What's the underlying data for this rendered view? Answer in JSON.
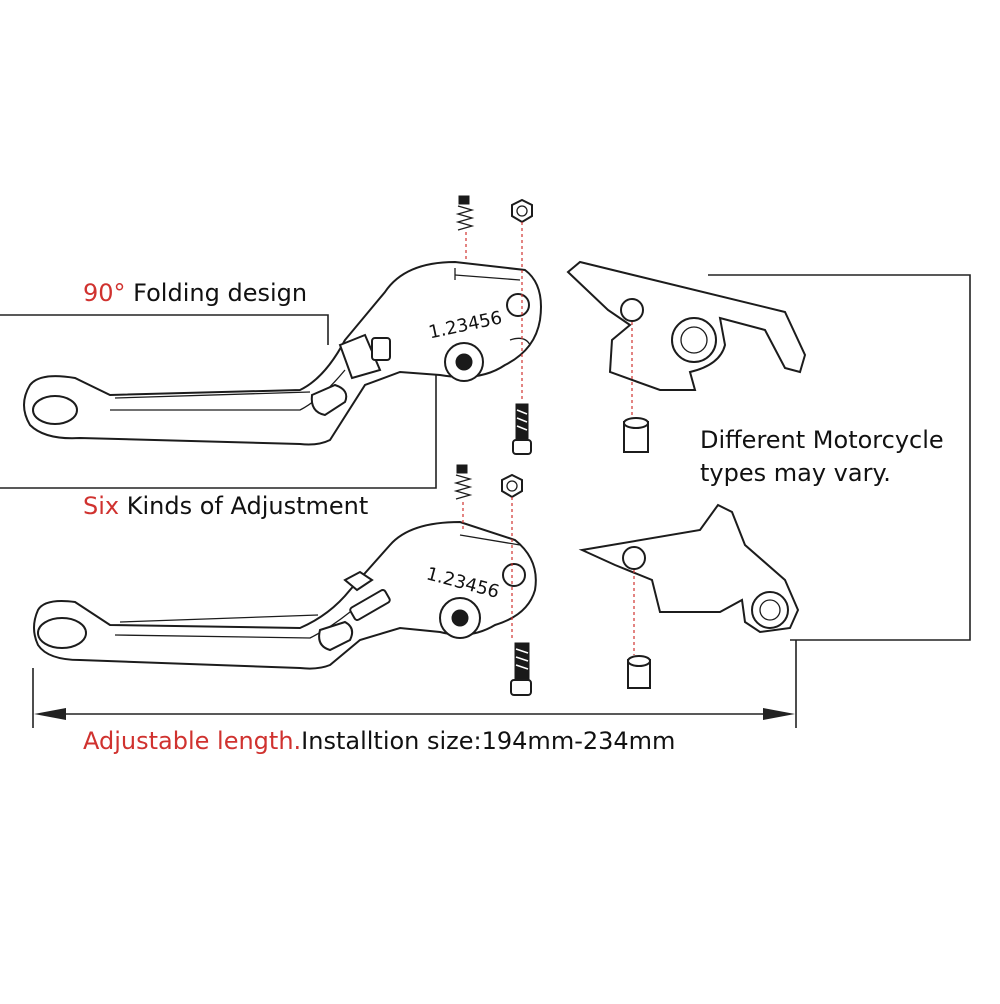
{
  "labels": {
    "folding_accent": "90°",
    "folding_rest": " Folding design",
    "adjust_accent": "Six",
    "adjust_rest": " Kinds of Adjustment",
    "different_line1": "Different Motorcycle",
    "different_line2": "types may vary.",
    "size_accent": "Adjustable length.",
    "size_rest": "Installtion size:194mm-234mm"
  },
  "dial_text": "1.23456",
  "colors": {
    "accent": "#d0322f",
    "text": "#111111",
    "line": "#222222"
  }
}
